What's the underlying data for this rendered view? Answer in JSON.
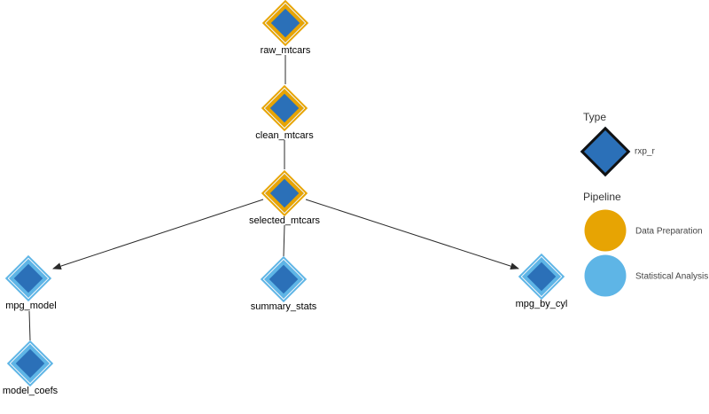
{
  "diagram": {
    "nodes": [
      {
        "id": "raw_mtcars",
        "label": "raw_mtcars",
        "type": "rxp_r",
        "pipeline": "Data Preparation"
      },
      {
        "id": "clean_mtcars",
        "label": "clean_mtcars",
        "type": "rxp_r",
        "pipeline": "Data Preparation"
      },
      {
        "id": "selected_mtcars",
        "label": "selected_mtcars",
        "type": "rxp_r",
        "pipeline": "Data Preparation"
      },
      {
        "id": "mpg_model",
        "label": "mpg_model",
        "type": "rxp_r",
        "pipeline": "Statistical Analysis"
      },
      {
        "id": "summary_stats",
        "label": "summary_stats",
        "type": "rxp_r",
        "pipeline": "Statistical Analysis"
      },
      {
        "id": "mpg_by_cyl",
        "label": "mpg_by_cyl",
        "type": "rxp_r",
        "pipeline": "Statistical Analysis"
      },
      {
        "id": "model_coefs",
        "label": "model_coefs",
        "type": "rxp_r",
        "pipeline": "Statistical Analysis"
      }
    ],
    "edges": [
      {
        "from": "raw_mtcars",
        "to": "clean_mtcars"
      },
      {
        "from": "clean_mtcars",
        "to": "selected_mtcars"
      },
      {
        "from": "selected_mtcars",
        "to": "mpg_model"
      },
      {
        "from": "selected_mtcars",
        "to": "summary_stats"
      },
      {
        "from": "selected_mtcars",
        "to": "mpg_by_cyl"
      },
      {
        "from": "mpg_model",
        "to": "model_coefs"
      }
    ]
  },
  "legend": {
    "type": {
      "title": "Type",
      "items": [
        {
          "label": "rxp_r",
          "shape": "diamond",
          "fill": "#2B70B8",
          "border": "#111111"
        }
      ]
    },
    "pipeline": {
      "title": "Pipeline",
      "items": [
        {
          "label": "Data Preparation",
          "color": "#E7A403"
        },
        {
          "label": "Statistical Analysis",
          "color": "#5EB5E6"
        }
      ]
    }
  },
  "colors": {
    "node_fill": "#2B70B8",
    "data_preparation_ring": "#E7A403",
    "statistical_analysis_ring": "#5EB5E6",
    "edge": "#2B2B2B",
    "background": "#FFFFFF"
  }
}
